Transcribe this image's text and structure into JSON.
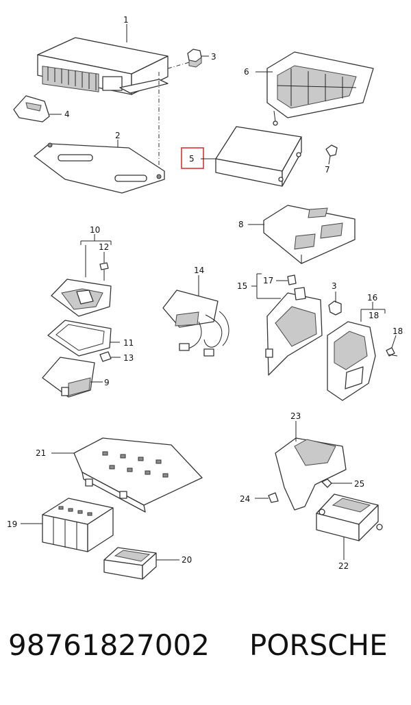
{
  "callouts": {
    "c1": "1",
    "c2": "2",
    "c3a": "3",
    "c3b": "3",
    "c4": "4",
    "c5": "5",
    "c6": "6",
    "c7": "7",
    "c8": "8",
    "c9": "9",
    "c10": "10",
    "c11": "11",
    "c12": "12",
    "c13": "13",
    "c14": "14",
    "c15": "15",
    "c16": "16",
    "c17": "17",
    "c18a": "18",
    "c18b": "18",
    "c19": "19",
    "c20": "20",
    "c21": "21",
    "c22": "22",
    "c23": "23",
    "c24": "24",
    "c25": "25"
  },
  "highlight": {
    "color": "#e03030"
  },
  "footer": {
    "part_number": "98761827002",
    "brand": "PORSCHE"
  }
}
